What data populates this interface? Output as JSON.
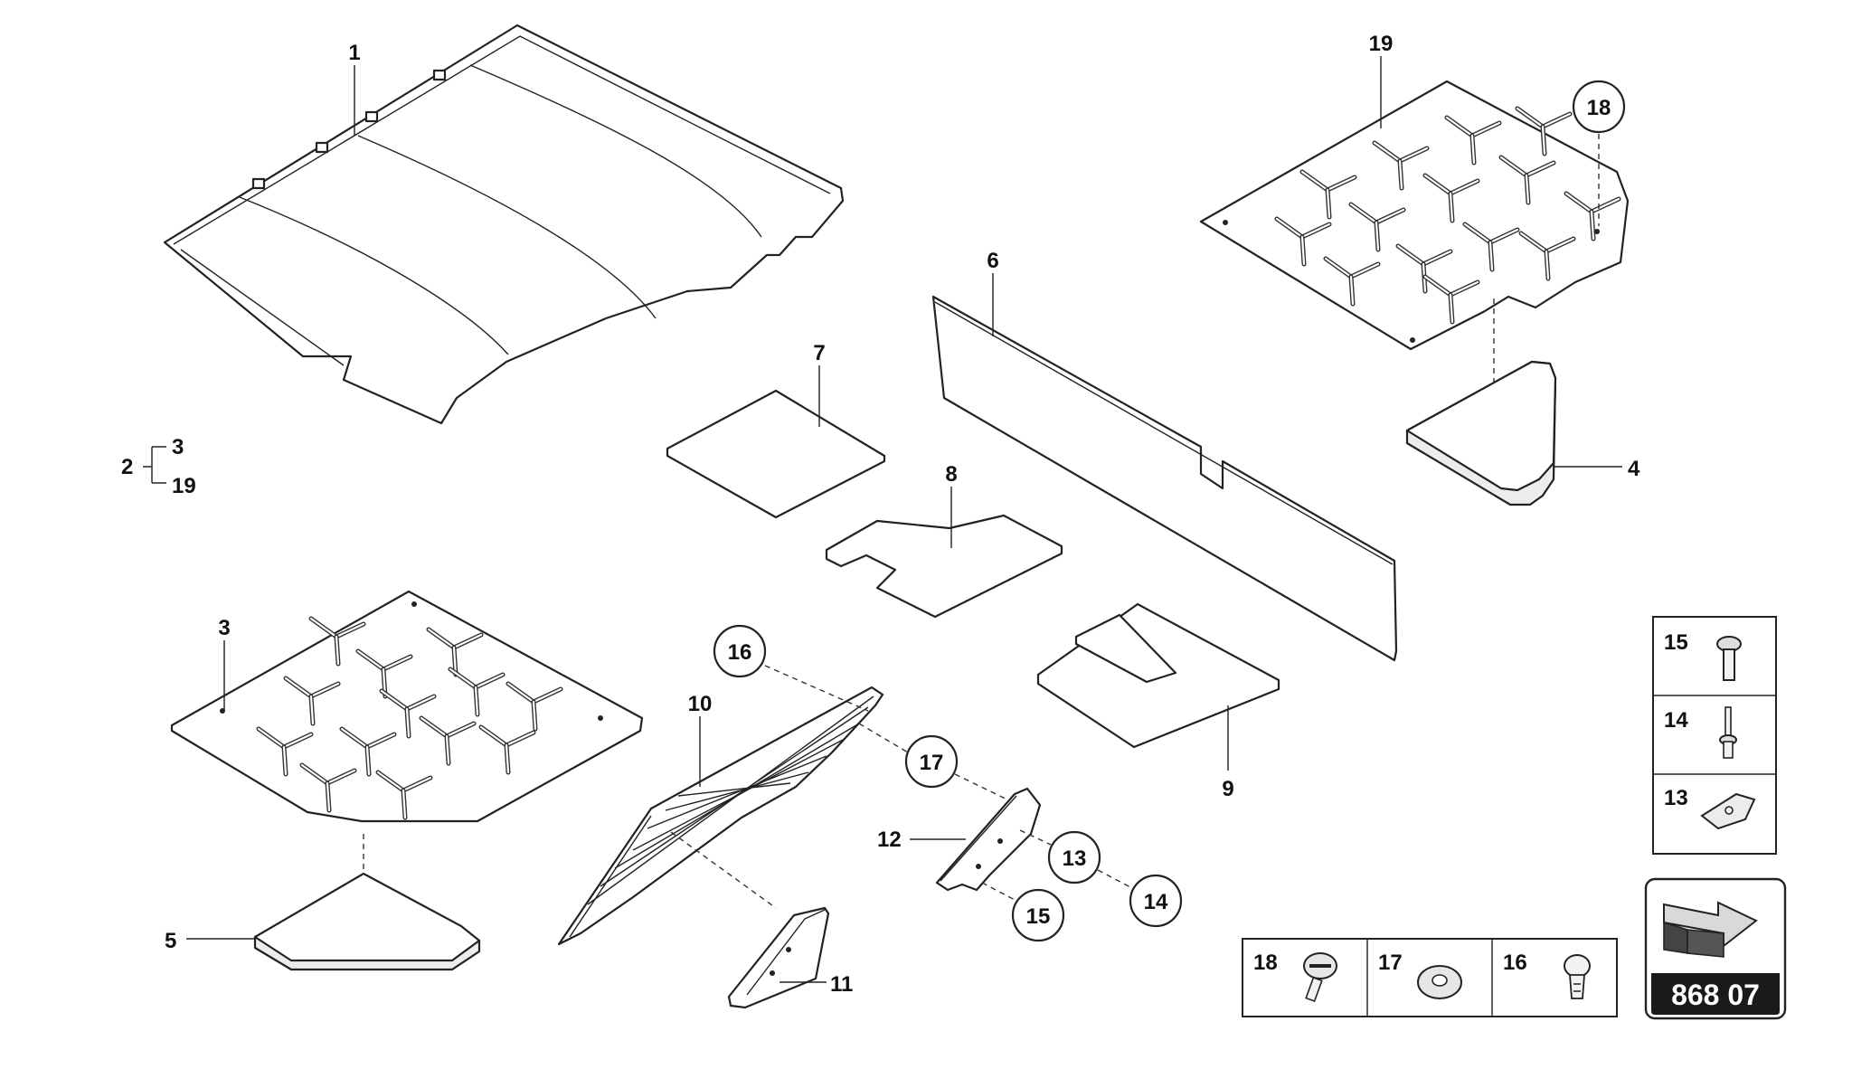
{
  "diagram": {
    "part_labels": {
      "p1": "1",
      "p2": "2",
      "p2a": "3",
      "p2b": "19",
      "p3": "3",
      "p4": "4",
      "p5": "5",
      "p6": "6",
      "p7": "7",
      "p8": "8",
      "p9": "9",
      "p10": "10",
      "p11": "11",
      "p12": "12",
      "p19": "19"
    },
    "callouts": {
      "c18": "18",
      "c16": "16",
      "c17": "17",
      "c13": "13",
      "c14": "14",
      "c15": "15"
    },
    "legend_vertical": {
      "r15": "15",
      "r14": "14",
      "r13": "13"
    },
    "legend_horizontal": {
      "r18": "18",
      "r17": "17",
      "r16": "16"
    },
    "page_badge": {
      "number": "868 07"
    }
  }
}
